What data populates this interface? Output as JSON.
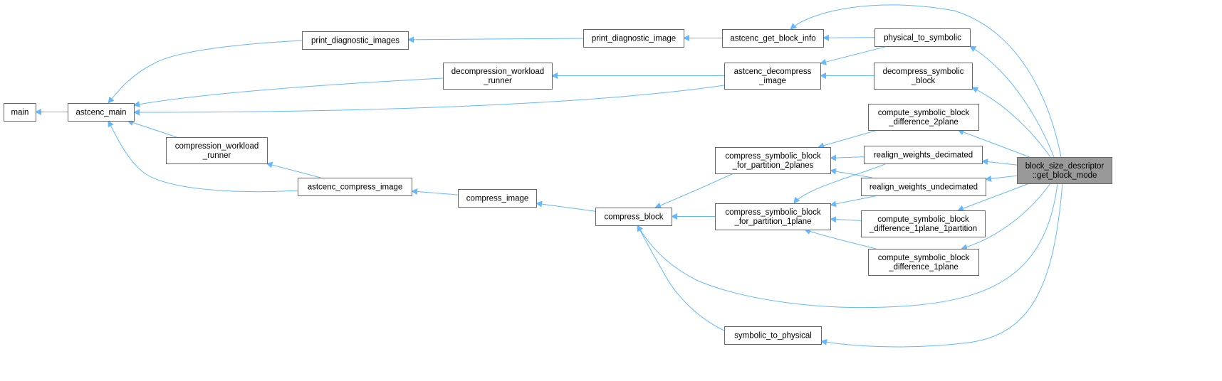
{
  "graph": {
    "nodes": [
      {
        "id": "main",
        "label": [
          "main"
        ]
      },
      {
        "id": "astcenc_main",
        "label": [
          "astcenc_main"
        ]
      },
      {
        "id": "print_diagnostic_images",
        "label": [
          "print_diagnostic_images"
        ]
      },
      {
        "id": "decompression_workload_runner",
        "label": [
          "decompression_workload",
          "_runner"
        ]
      },
      {
        "id": "compression_workload_runner",
        "label": [
          "compression_workload",
          "_runner"
        ]
      },
      {
        "id": "astcenc_compress_image",
        "label": [
          "astcenc_compress_image"
        ]
      },
      {
        "id": "compress_image",
        "label": [
          "compress_image"
        ]
      },
      {
        "id": "print_diagnostic_image",
        "label": [
          "print_diagnostic_image"
        ]
      },
      {
        "id": "compress_block",
        "label": [
          "compress_block"
        ]
      },
      {
        "id": "astcenc_get_block_info",
        "label": [
          "astcenc_get_block_info"
        ]
      },
      {
        "id": "astcenc_decompress_image",
        "label": [
          "astcenc_decompress",
          "_image"
        ]
      },
      {
        "id": "compress_2planes",
        "label": [
          "compress_symbolic_block",
          "_for_partition_2planes"
        ]
      },
      {
        "id": "compress_1plane",
        "label": [
          "compress_symbolic_block",
          "_for_partition_1plane"
        ]
      },
      {
        "id": "symbolic_to_physical",
        "label": [
          "symbolic_to_physical"
        ]
      },
      {
        "id": "physical_to_symbolic",
        "label": [
          "physical_to_symbolic"
        ]
      },
      {
        "id": "decompress_symbolic_block",
        "label": [
          "decompress_symbolic",
          "_block"
        ]
      },
      {
        "id": "csbd_2plane",
        "label": [
          "compute_symbolic_block",
          "_difference_2plane"
        ]
      },
      {
        "id": "realign_weights_decimated",
        "label": [
          "realign_weights_decimated"
        ]
      },
      {
        "id": "realign_weights_undecimated",
        "label": [
          "realign_weights_undecimated"
        ]
      },
      {
        "id": "csbd_1plane_1partition",
        "label": [
          "compute_symbolic_block",
          "_difference_1plane_1partition"
        ]
      },
      {
        "id": "csbd_1plane",
        "label": [
          "compute_symbolic_block",
          "_difference_1plane"
        ]
      },
      {
        "id": "get_block_mode",
        "label": [
          "block_size_descriptor",
          "::get_block_mode"
        ],
        "focus": true
      }
    ],
    "edges": [
      [
        "astcenc_main",
        "main"
      ],
      [
        "print_diagnostic_images",
        "astcenc_main"
      ],
      [
        "decompression_workload_runner",
        "astcenc_main"
      ],
      [
        "astcenc_decompress_image",
        "astcenc_main"
      ],
      [
        "compression_workload_runner",
        "astcenc_main"
      ],
      [
        "astcenc_compress_image",
        "astcenc_main"
      ],
      [
        "astcenc_compress_image",
        "compression_workload_runner"
      ],
      [
        "compress_image",
        "astcenc_compress_image"
      ],
      [
        "compress_block",
        "compress_image"
      ],
      [
        "print_diagnostic_image",
        "print_diagnostic_images"
      ],
      [
        "astcenc_get_block_info",
        "print_diagnostic_image"
      ],
      [
        "physical_to_symbolic",
        "astcenc_get_block_info"
      ],
      [
        "astcenc_decompress_image",
        "decompression_workload_runner"
      ],
      [
        "decompress_symbolic_block",
        "astcenc_decompress_image"
      ],
      [
        "physical_to_symbolic",
        "astcenc_decompress_image"
      ],
      [
        "compress_2planes",
        "compress_block"
      ],
      [
        "compress_1plane",
        "compress_block"
      ],
      [
        "symbolic_to_physical",
        "compress_block"
      ],
      [
        "csbd_2plane",
        "compress_2planes"
      ],
      [
        "realign_weights_decimated",
        "compress_2planes"
      ],
      [
        "realign_weights_undecimated",
        "compress_2planes"
      ],
      [
        "realign_weights_decimated",
        "compress_1plane"
      ],
      [
        "realign_weights_undecimated",
        "compress_1plane"
      ],
      [
        "csbd_1plane_1partition",
        "compress_1plane"
      ],
      [
        "csbd_1plane",
        "compress_1plane"
      ],
      [
        "get_block_mode",
        "astcenc_get_block_info"
      ],
      [
        "get_block_mode",
        "physical_to_symbolic"
      ],
      [
        "get_block_mode",
        "decompress_symbolic_block"
      ],
      [
        "get_block_mode",
        "csbd_2plane"
      ],
      [
        "get_block_mode",
        "realign_weights_decimated"
      ],
      [
        "get_block_mode",
        "realign_weights_undecimated"
      ],
      [
        "get_block_mode",
        "csbd_1plane_1partition"
      ],
      [
        "get_block_mode",
        "csbd_1plane"
      ],
      [
        "get_block_mode",
        "compress_block"
      ],
      [
        "get_block_mode",
        "symbolic_to_physical"
      ]
    ]
  }
}
